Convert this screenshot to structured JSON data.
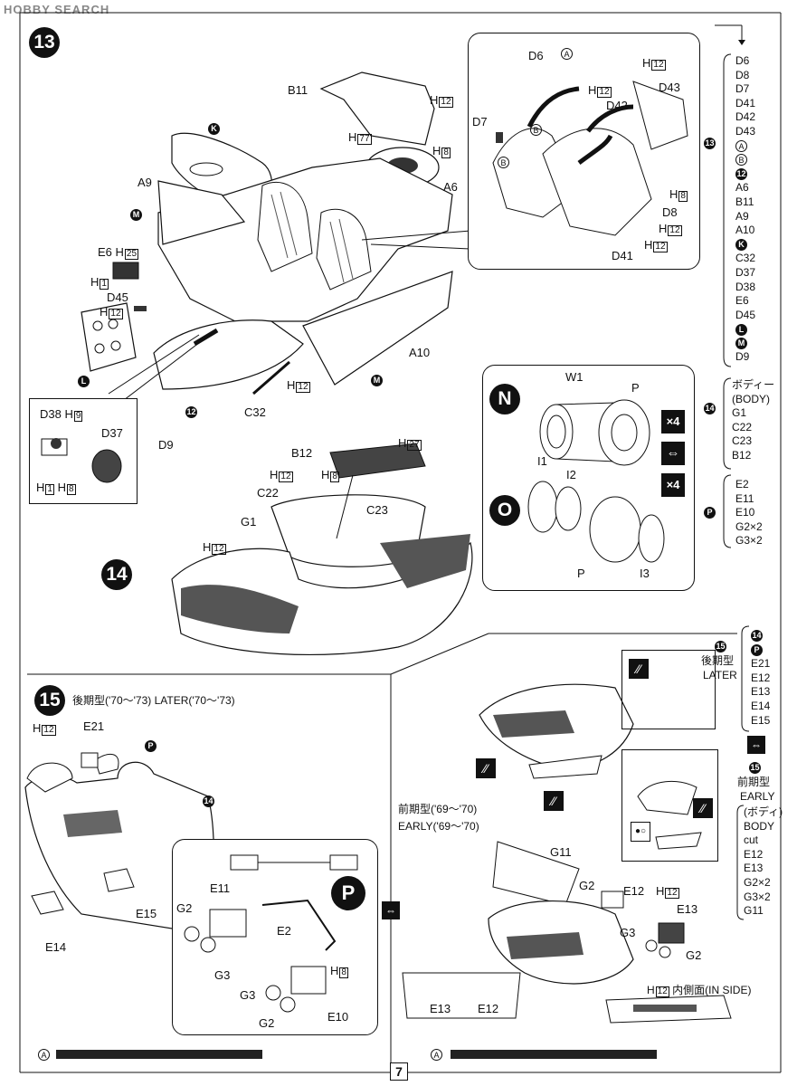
{
  "watermark": "HOBBY SEARCH",
  "page_number": "7",
  "step13": {
    "number": "13",
    "labels": {
      "b11": "B11",
      "a9": "A9",
      "a6": "A6",
      "e6": "E6",
      "d45": "D45",
      "a10": "A10",
      "d9": "D9",
      "c32": "C32",
      "d38": "D38",
      "d37": "D37",
      "k": "K",
      "m": "M",
      "l": "L",
      "step12": "12"
    },
    "h": {
      "b11": "12",
      "h77": "77",
      "h8": "8",
      "e6": "25",
      "h1": "1",
      "d45": "12",
      "c32": "12",
      "d38a": "9",
      "d38b": "1",
      "d38c": "8"
    },
    "detail": {
      "d6": "D6",
      "a": "A",
      "d43": "D43",
      "d42": "D42",
      "d7": "D7",
      "b": "B",
      "d8": "D8",
      "d41": "D41",
      "h": "12",
      "h8": "8"
    },
    "parts": [
      "D6",
      "D8",
      "D7",
      "D41",
      "D42",
      "D43",
      "A",
      "B",
      "12",
      "A6",
      "B11",
      "A9",
      "A10",
      "K",
      "C32",
      "D37",
      "D38",
      "E6",
      "D45",
      "L",
      "M",
      "D9"
    ]
  },
  "wheels": {
    "n": "N",
    "o": "O",
    "w1": "W1",
    "p": "P",
    "i1": "I1",
    "i2": "I2",
    "i3": "I3",
    "x4a": "×4",
    "x4b": "×4"
  },
  "step14": {
    "number": "14",
    "labels": {
      "b12": "B12",
      "c22": "C22",
      "c23": "C23",
      "g1": "G1"
    },
    "h": {
      "b12": "27",
      "c22": "12",
      "c23": "8",
      "g1": "12"
    },
    "parts": [
      "ボディー",
      "(BODY)",
      "G1",
      "C22",
      "C23",
      "B12"
    ]
  },
  "stepP": {
    "parts": [
      "E2",
      "E11",
      "E10",
      "G2×2",
      "G3×2"
    ]
  },
  "step15_parts": {
    "later_ja": "後期型",
    "later_en": "LATER",
    "later_list": [
      "E21",
      "E12",
      "E13",
      "E14",
      "E15"
    ],
    "early_ja": "前期型",
    "early_en": "EARLY",
    "early_list": [
      "(ボディ)",
      "BODY",
      "cut",
      "E12",
      "E13",
      "G2×2",
      "G3×2",
      "G11"
    ]
  },
  "step15": {
    "number": "15",
    "heading": "後期型('70〜'73)  LATER('70〜'73)",
    "labels": {
      "e21": "E21",
      "e14": "E14",
      "e15": "E15",
      "p": "P",
      "ref14": "14",
      "e11": "E11",
      "e2": "E2",
      "g2": "G2",
      "g3": "G3",
      "e10": "E10",
      "g3b": "G3",
      "g2b": "G2"
    },
    "h": {
      "e21": "12",
      "h8": "8"
    }
  },
  "early": {
    "ja": "前期型('69〜'70)",
    "en": "EARLY('69〜'70)",
    "labels": {
      "g11": "G11",
      "g2": "G2",
      "e12": "E12",
      "e13": "E13",
      "g3": "G3",
      "g2b": "G2",
      "e13b": "E13",
      "e12b": "E12"
    },
    "h": {
      "e13": "12",
      "inside": "12"
    },
    "inside": "内側面(IN SIDE)"
  },
  "footer_a": "A"
}
